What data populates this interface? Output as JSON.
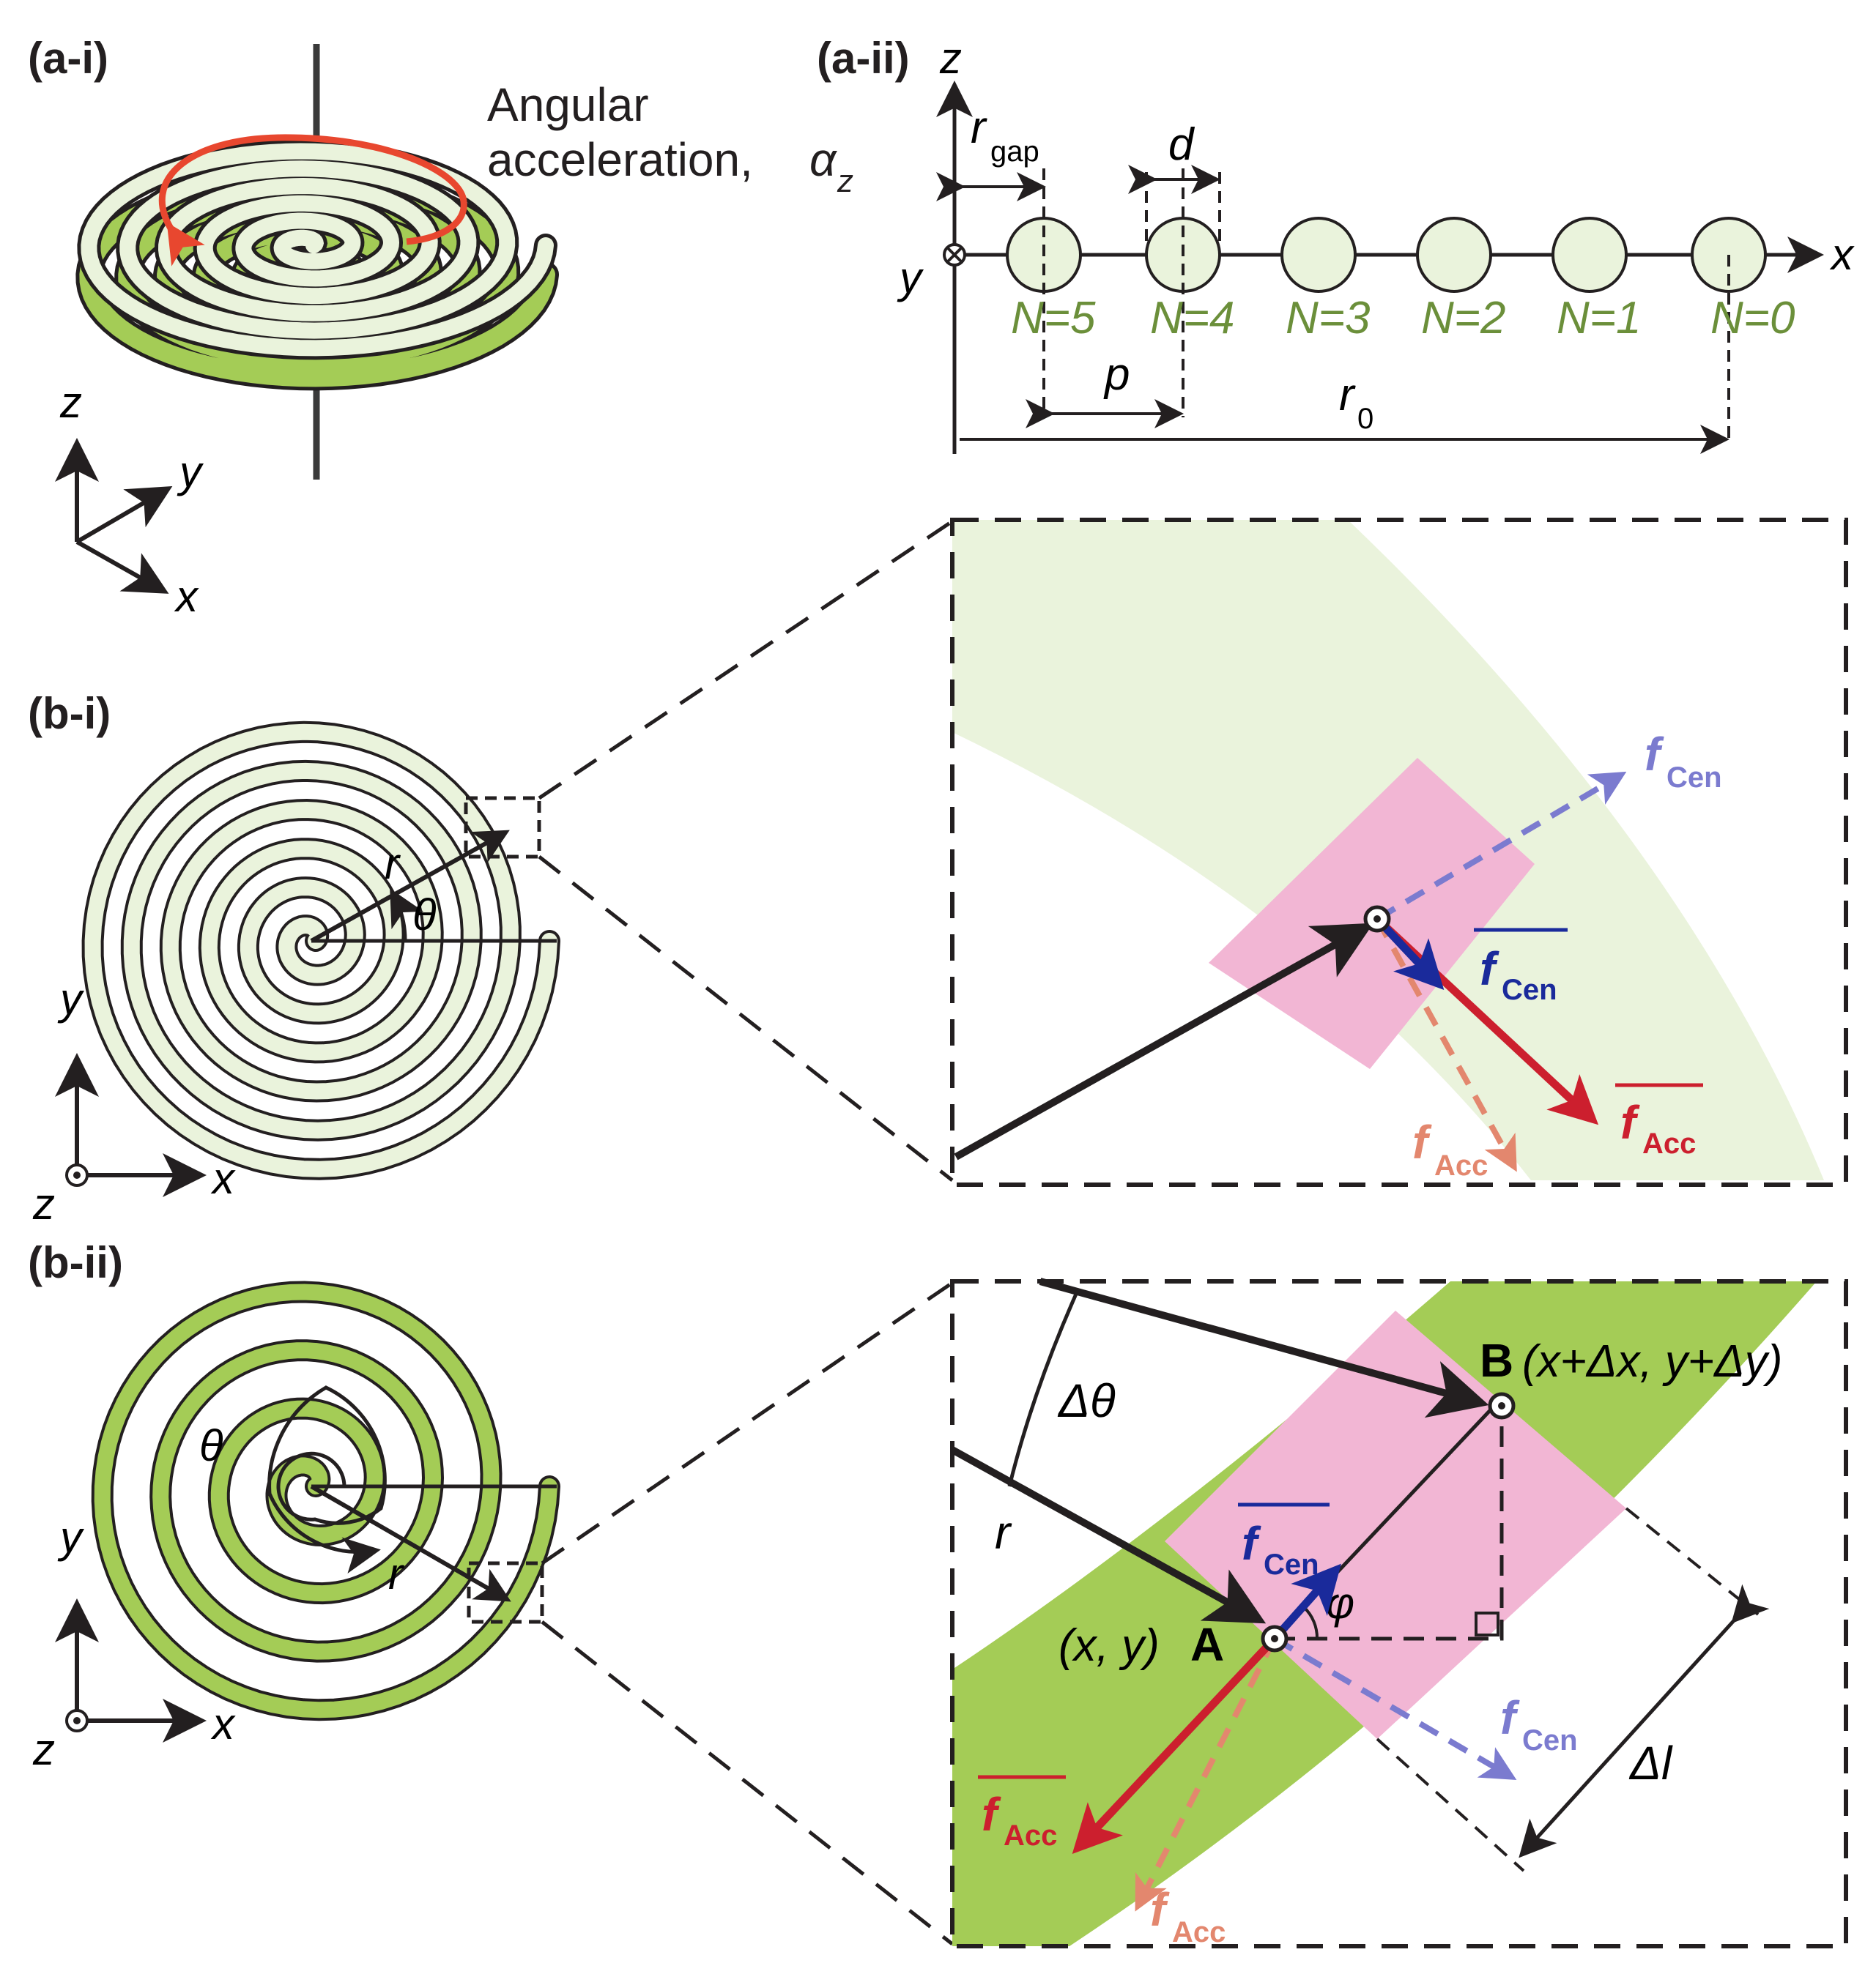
{
  "panels": {
    "a_i": "(a-i)",
    "a_ii": "(a-ii)",
    "b_i": "(b-i)",
    "b_ii": "(b-ii)"
  },
  "a_i": {
    "annotation_line1": "Angular",
    "annotation_line2": "acceleration,",
    "alpha": "α",
    "alpha_sub": "z",
    "axes": {
      "x": "x",
      "y": "y",
      "z": "z"
    }
  },
  "a_ii": {
    "axis_x": "x",
    "axis_z": "z",
    "axis_y": "y",
    "r_gap": "r",
    "r_gap_sub": "gap",
    "d": "d",
    "p": "p",
    "r0": "r",
    "r0_sub": "0",
    "turns": [
      "N=5",
      "N=4",
      "N=3",
      "N=2",
      "N=1",
      "N=0"
    ]
  },
  "b_i": {
    "r": "r",
    "theta": "θ",
    "axes": {
      "x": "x",
      "y": "y",
      "z": "z"
    },
    "zoom": {
      "f_cen_light": "f",
      "f_cen_light_sub": "Cen",
      "f_cen_bar": "f",
      "f_cen_bar_sub": "Cen",
      "f_acc_bar": "f",
      "f_acc_bar_sub": "Acc",
      "f_acc_light": "f",
      "f_acc_light_sub": "Acc"
    }
  },
  "b_ii": {
    "r": "r",
    "theta": "θ",
    "axes": {
      "x": "x",
      "y": "y",
      "z": "z"
    },
    "zoom": {
      "delta_theta": "Δθ",
      "r": "r",
      "point_b": "B",
      "point_b_coords": "(x+Δx, y+Δy)",
      "point_a": "A",
      "point_a_coords": "(x, y)",
      "phi": "φ",
      "delta_l": "Δl",
      "f_cen_bar": "f",
      "f_cen_bar_sub": "Cen",
      "f_cen_light": "f",
      "f_cen_light_sub": "Cen",
      "f_acc_bar": "f",
      "f_acc_bar_sub": "Acc",
      "f_acc_light": "f",
      "f_acc_light_sub": "Acc"
    }
  },
  "colors": {
    "pale_green": "#eaf3dc",
    "green": "#a4cc56",
    "pink": "#f2b6d4",
    "red": "#cc1f2e",
    "blue": "#1a2a9b",
    "light_purple": "#7b7bcf",
    "salmon": "#e3876e",
    "black": "#231f20"
  }
}
